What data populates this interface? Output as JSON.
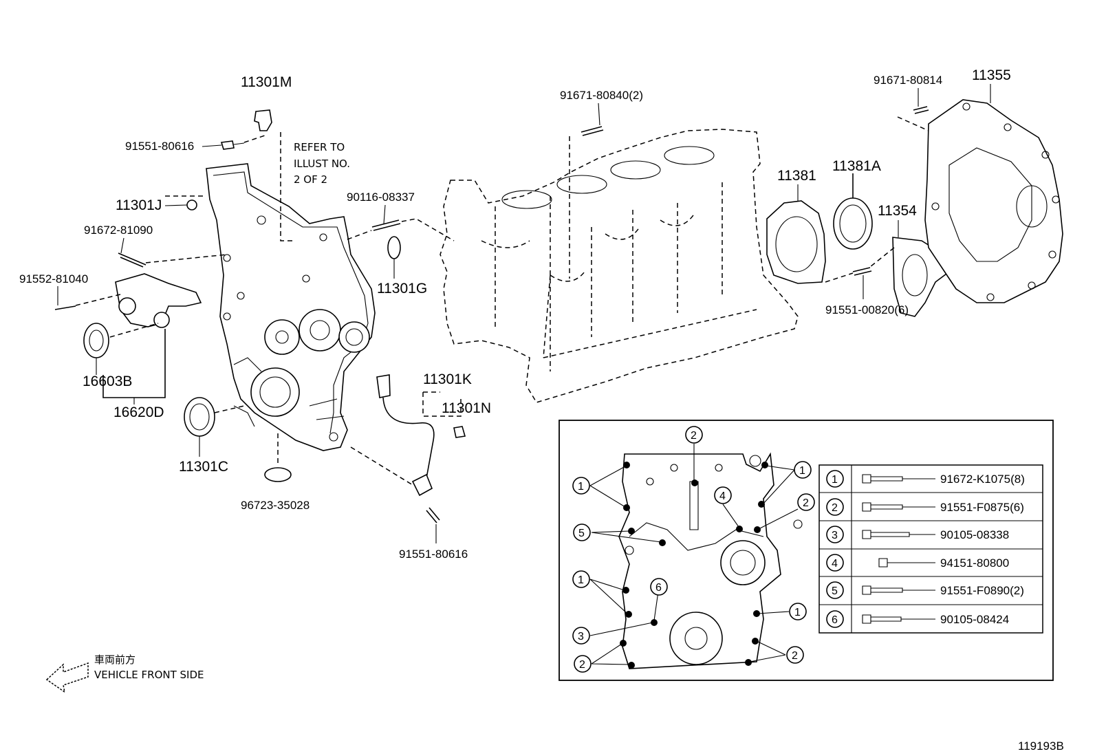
{
  "diagram_id": "119193B",
  "note_refer": [
    "REFER TO",
    "ILLUST NO.",
    "2 OF 2"
  ],
  "direction": {
    "jp": "車両前方",
    "en": "VEHICLE FRONT SIDE"
  },
  "parts": {
    "p11301M": "11301M",
    "p91551_80616_top": "91551-80616",
    "p11301J": "11301J",
    "p91672_81090": "91672-81090",
    "p91552_81040": "91552-81040",
    "p16603B": "16603B",
    "p16620D": "16620D",
    "p11301C": "11301C",
    "p96723_35028": "96723-35028",
    "p90116_08337": "90116-08337",
    "p11301G": "11301G",
    "p11301K": "11301K",
    "p11301N": "11301N",
    "p91551_80616_bot": "91551-80616",
    "p91671_80840": "91671-80840(2)",
    "p11381": "11381",
    "p11381A": "11381A",
    "p11354": "11354",
    "p91551_00820": "91551-00820(6)",
    "p91671_80814": "91671-80814",
    "p11355": "11355"
  },
  "bolt_table": [
    {
      "num": "1",
      "part": "91672-K1075(8)"
    },
    {
      "num": "2",
      "part": "91551-F0875(6)"
    },
    {
      "num": "3",
      "part": "90105-08338"
    },
    {
      "num": "4",
      "part": "94151-80800"
    },
    {
      "num": "5",
      "part": "91551-F0890(2)"
    },
    {
      "num": "6",
      "part": "90105-08424"
    }
  ],
  "callouts": [
    "1",
    "2",
    "1",
    "4",
    "2",
    "5",
    "1",
    "6",
    "1",
    "3",
    "2",
    "2"
  ]
}
